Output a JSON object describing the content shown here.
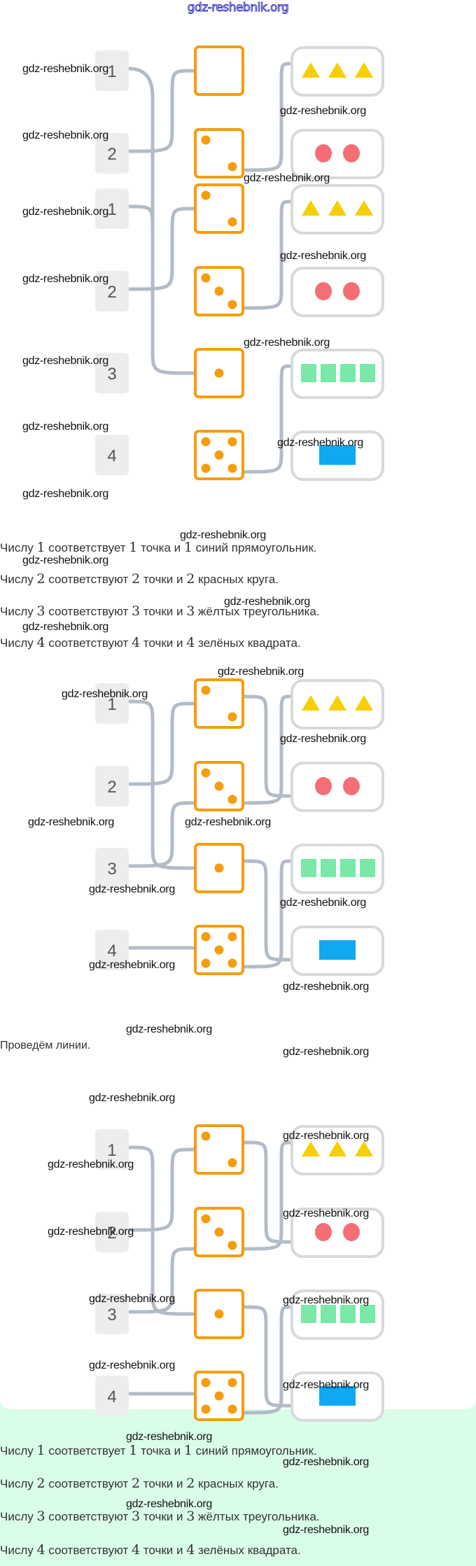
{
  "site_watermark": "gdz-reshebnik.org",
  "watermark": "gdz-reshebnik.org",
  "puzzles": [
    {
      "id": "preview-cropped",
      "numbers": [
        "1",
        "2"
      ],
      "dice_dots": [
        0,
        2
      ],
      "groups": [
        {
          "shape": "triangle",
          "count": 3,
          "color": "#f5cf00"
        },
        {
          "shape": "circle",
          "count": 2,
          "color": "#f36f75"
        }
      ],
      "links_number_to_die": [
        [
          0,
          -1
        ],
        [
          1,
          0
        ]
      ],
      "links_die_to_group": [
        [
          1,
          0
        ]
      ]
    },
    {
      "id": "task",
      "numbers": [
        "1",
        "2",
        "3",
        "4"
      ],
      "dice_dots": [
        2,
        3,
        1,
        5
      ],
      "groups": [
        {
          "shape": "triangle",
          "count": 3,
          "color": "#f5cf00"
        },
        {
          "shape": "circle",
          "count": 2,
          "color": "#f36f75"
        },
        {
          "shape": "square",
          "count": 4,
          "color": "#79e8a8"
        },
        {
          "shape": "rect",
          "count": 1,
          "color": "#10a8f0"
        }
      ],
      "links_number_to_die": [
        [
          0,
          2
        ],
        [
          1,
          0
        ]
      ],
      "links_die_to_group": [
        [
          1,
          0
        ],
        [
          3,
          2
        ]
      ]
    },
    {
      "id": "solution-1",
      "numbers": [
        "1",
        "2",
        "3",
        "4"
      ],
      "dice_dots": [
        2,
        3,
        1,
        5
      ],
      "groups": [
        {
          "shape": "triangle",
          "count": 3,
          "color": "#f5cf00"
        },
        {
          "shape": "circle",
          "count": 2,
          "color": "#f36f75"
        },
        {
          "shape": "square",
          "count": 4,
          "color": "#79e8a8"
        },
        {
          "shape": "rect",
          "count": 1,
          "color": "#10a8f0"
        }
      ],
      "links_number_to_die": [
        [
          0,
          2
        ],
        [
          1,
          0
        ],
        [
          2,
          1
        ],
        [
          3,
          3
        ]
      ],
      "links_die_to_group": [
        [
          0,
          1
        ],
        [
          1,
          0
        ],
        [
          2,
          3
        ],
        [
          3,
          2
        ]
      ]
    },
    {
      "id": "solution-2",
      "numbers": [
        "1",
        "2",
        "3",
        "4"
      ],
      "dice_dots": [
        2,
        3,
        1,
        5
      ],
      "groups": [
        {
          "shape": "triangle",
          "count": 3,
          "color": "#f5cf00"
        },
        {
          "shape": "circle",
          "count": 2,
          "color": "#f36f75"
        },
        {
          "shape": "square",
          "count": 4,
          "color": "#79e8a8"
        },
        {
          "shape": "rect",
          "count": 1,
          "color": "#10a8f0"
        }
      ],
      "links_number_to_die": [
        [
          0,
          2
        ],
        [
          1,
          0
        ],
        [
          2,
          1
        ],
        [
          3,
          3
        ]
      ],
      "links_die_to_group": [
        [
          0,
          1
        ],
        [
          1,
          0
        ],
        [
          2,
          3
        ],
        [
          3,
          2
        ]
      ]
    }
  ],
  "explanation_1": [
    {
      "pre": "Числу ",
      "n1": "1",
      "mid": " соответствует ",
      "n2": "1",
      "mid2": " точка и ",
      "n3": "1",
      "post": " синий прямоугольник."
    },
    {
      "pre": "Числу ",
      "n1": "2",
      "mid": " соответствуют ",
      "n2": "2",
      "mid2": " точки и ",
      "n3": "2",
      "post": " красных круга."
    },
    {
      "pre": "Числу ",
      "n1": "3",
      "mid": " соответствуют ",
      "n2": "3",
      "mid2": " точки и ",
      "n3": "3",
      "post": " жёлтых треугольника."
    },
    {
      "pre": "Числу ",
      "n1": "4",
      "mid": " соответствуют ",
      "n2": "4",
      "mid2": " точки и ",
      "n3": "4",
      "post": " зелёных квадрата."
    }
  ],
  "draw_lines_text": "Проведём линии.",
  "explanation_2": [
    {
      "pre": "Числу ",
      "n1": "1",
      "mid": " соответствует ",
      "n2": "1",
      "mid2": " точка и ",
      "n3": "1",
      "post": " синий прямоугольник."
    },
    {
      "pre": "Числу ",
      "n1": "2",
      "mid": " соответствуют ",
      "n2": "2",
      "mid2": " точки и ",
      "n3": "2",
      "post": " красных круга."
    },
    {
      "pre": "Числу ",
      "n1": "3",
      "mid": " соответствуют ",
      "n2": "3",
      "mid2": " точки и ",
      "n3": "3",
      "post": " жёлтых треугольника."
    },
    {
      "pre": "Числу ",
      "n1": "4",
      "mid": " соответствуют ",
      "n2": "4",
      "mid2": " точки и ",
      "n3": "4",
      "post": " зелёных квадрата."
    }
  ],
  "colors": {
    "die_border": "#f59d0e",
    "die_dot": "#f59d0e",
    "line": "#b3bcc6",
    "badge_bg": "#ededed",
    "badge_text": "#555555",
    "group_border": "#d6dadd",
    "answer_bg": "#dafdea"
  }
}
